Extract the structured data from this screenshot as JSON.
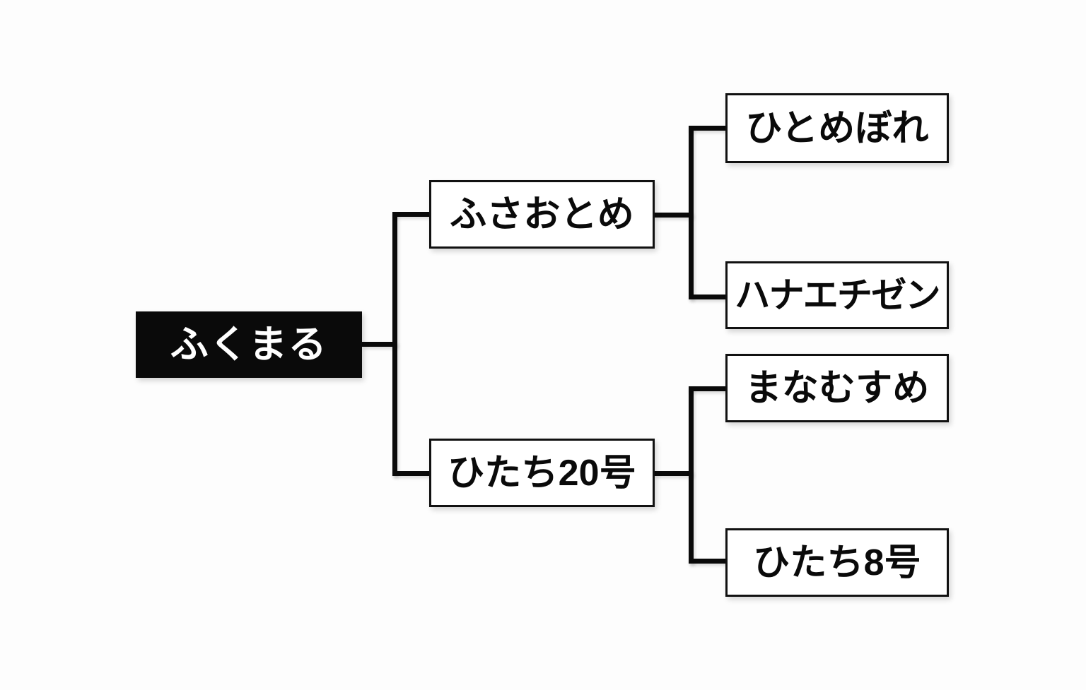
{
  "diagram": {
    "type": "lineage-tree",
    "title": "",
    "orientation": "left-to-right",
    "background_color": "#fdfdfd",
    "root_fill_color": "#0a0a0a",
    "root_text_color": "#ffffff",
    "box_fill_color": "#ffffff",
    "box_border_color": "#111111",
    "box_text_color": "#0a0a0a",
    "connector_color": "#0a0a0a"
  },
  "nodes": {
    "root": {
      "label": "ふくまる",
      "level": 0
    },
    "parents": [
      {
        "label": "ふさおとめ",
        "level": 1,
        "branch": "upper"
      },
      {
        "label": "ひたち20号",
        "level": 1,
        "branch": "lower"
      }
    ],
    "grandparents": [
      {
        "label": "ひとめぼれ",
        "level": 2,
        "parent": "ふさおとめ",
        "branch": "upper"
      },
      {
        "label": "ハナエチゼン",
        "level": 2,
        "parent": "ふさおとめ",
        "branch": "lower"
      },
      {
        "label": "まなむすめ",
        "level": 2,
        "parent": "ひたち20号",
        "branch": "upper"
      },
      {
        "label": "ひたち8号",
        "level": 2,
        "parent": "ひたち20号",
        "branch": "lower"
      }
    ]
  }
}
